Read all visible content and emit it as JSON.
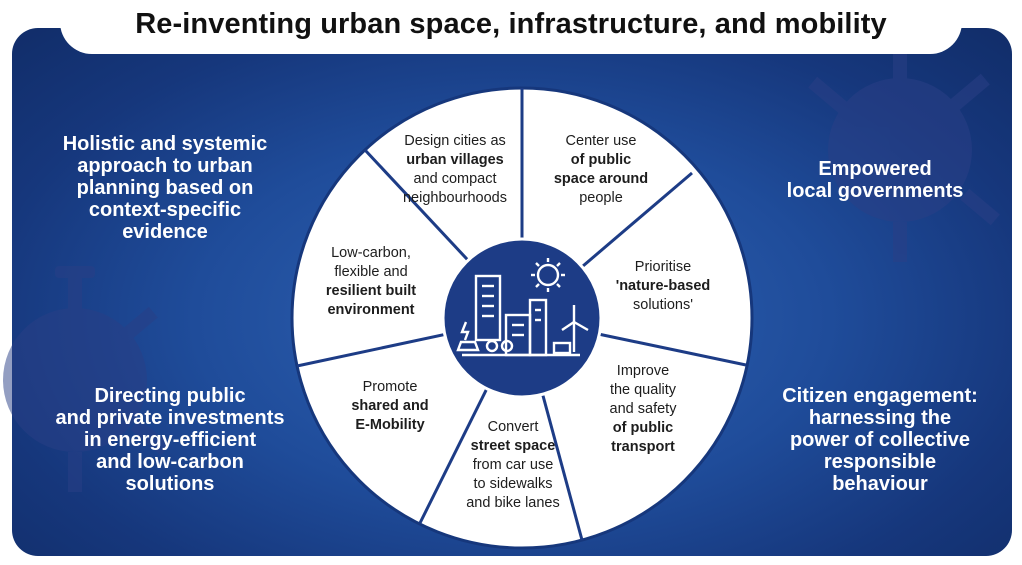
{
  "title": "Re-inventing urban space, infrastructure, and mobility",
  "colors": {
    "panel_bg": "#1f4c9a",
    "hub": "#1d3c86",
    "accent_white": "#ffffff"
  },
  "icons": [
    "city-skyline-icon",
    "sun-icon",
    "wind-turbine-icon",
    "electric-car-icon",
    "virus-icon"
  ],
  "corners": {
    "top_left": [
      "Holistic and systemic",
      "approach to urban",
      "planning based on",
      "context-specific",
      "evidence"
    ],
    "top_right": [
      "Empowered",
      "local governments"
    ],
    "bottom_left": [
      "Directing public",
      "and private investments",
      "in energy-efficient",
      "and low-carbon",
      "solutions"
    ],
    "bottom_right": [
      "Citizen engagement:",
      "harnessing the",
      "power of collective",
      "responsible",
      "behaviour"
    ]
  },
  "segments": {
    "design": [
      "Design cities as",
      "urban villages",
      "and compact",
      "neighbourhoods"
    ],
    "public_space": [
      "Center use",
      "of public",
      "space around",
      "people"
    ],
    "nature": [
      "Prioritise",
      "'nature-based",
      "solutions'"
    ],
    "transport": [
      "Improve",
      "the quality",
      "and safety",
      "of public",
      "transport"
    ],
    "street": [
      "Convert",
      "street space",
      "from car use",
      "to sidewalks",
      "and bike lanes"
    ],
    "mobility": [
      "Promote",
      "shared and",
      "E-Mobility"
    ],
    "lowcarbon": [
      "Low-carbon,",
      "flexible and",
      "resilient built",
      "environment"
    ]
  }
}
